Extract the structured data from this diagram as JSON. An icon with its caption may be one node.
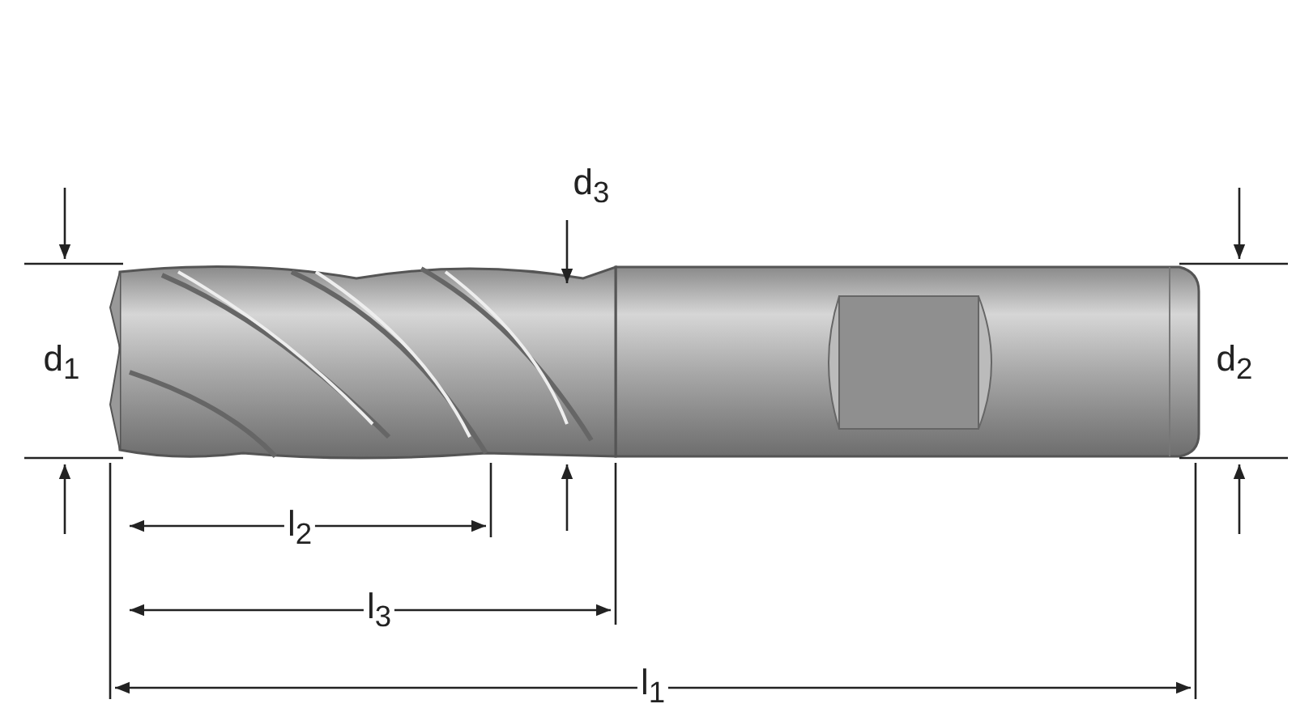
{
  "diagram": {
    "labels": [
      "d$_{3}$",
      "d$_{1}$",
      "d$_{2}$",
      "l$_{2}$",
      "l$_{3}$",
      "l$_{1}$"
    ]
  }
}
